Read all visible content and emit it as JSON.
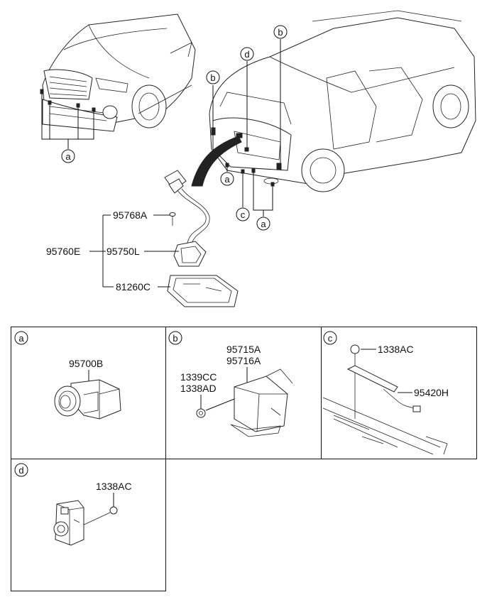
{
  "markers": {
    "a": "a",
    "b": "b",
    "c": "c",
    "d": "d"
  },
  "main_parts": {
    "bolt": "95768A",
    "assembly": "95760E",
    "camera": "95750L",
    "housing": "81260C"
  },
  "panel_a": {
    "marker": "a",
    "part": "95700B"
  },
  "panel_b": {
    "marker": "b",
    "part1": "95715A",
    "part2": "95716A",
    "part3": "1339CC",
    "part4": "1338AD"
  },
  "panel_c": {
    "marker": "c",
    "part1": "1338AC",
    "part2": "95420H"
  },
  "panel_d": {
    "marker": "d",
    "part1": "1338AC"
  }
}
